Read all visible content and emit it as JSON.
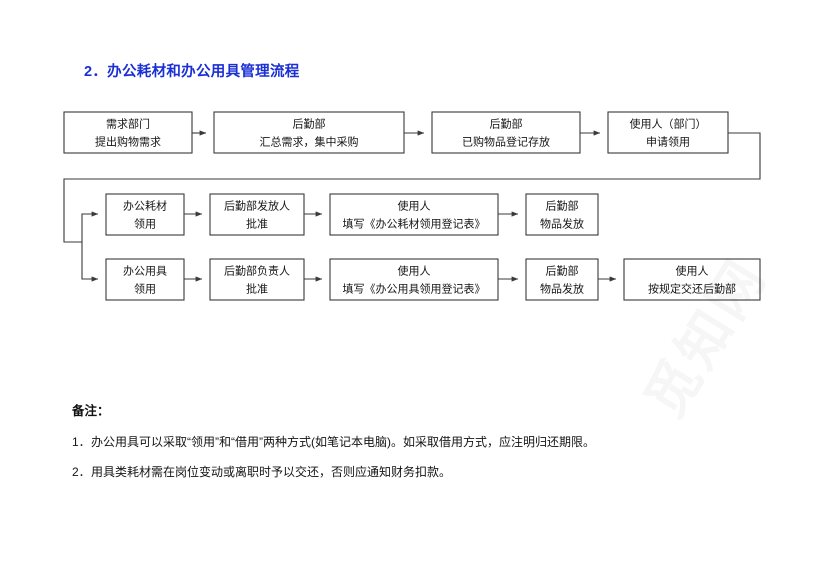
{
  "document": {
    "title": "2．办公耗材和办公用具管理流程",
    "title_color": "#1a2fd4",
    "background": "#ffffff",
    "box_border_color": "#3a3a3a",
    "text_color": "#141414"
  },
  "watermark": {
    "text": "觅知网"
  },
  "flow": {
    "row1": [
      {
        "line1": "需求部门",
        "line2": "提出购物需求"
      },
      {
        "line1": "后勤部",
        "line2": "汇总需求，集中采购"
      },
      {
        "line1": "后勤部",
        "line2": "已购物品登记存放"
      },
      {
        "line1": "使用人（部门）",
        "line2": "申请领用"
      }
    ],
    "row2": [
      {
        "line1": "办公耗材",
        "line2": "领用"
      },
      {
        "line1": "后勤部发放人",
        "line2": "批准"
      },
      {
        "line1": "使用人",
        "line2": "填写《办公耗材领用登记表》"
      },
      {
        "line1": "后勤部",
        "line2": "物品发放"
      }
    ],
    "row3": [
      {
        "line1": "办公用具",
        "line2": "领用"
      },
      {
        "line1": "后勤部负责人",
        "line2": "批准"
      },
      {
        "line1": "使用人",
        "line2": "填写《办公用具领用登记表》"
      },
      {
        "line1": "后勤部",
        "line2": "物品发放"
      },
      {
        "line1": "使用人",
        "line2": "按规定交还后勤部"
      }
    ]
  },
  "notes": {
    "heading": "备注：",
    "items": [
      {
        "num": "1．",
        "text": "办公用具可以采取“领用”和“借用”两种方式(如笔记本电脑)。如采取借用方式，应注明归还期限。"
      },
      {
        "num": "2．",
        "text": "用具类耗材需在岗位变动或离职时予以交还，否则应通知财务扣款。"
      }
    ]
  }
}
